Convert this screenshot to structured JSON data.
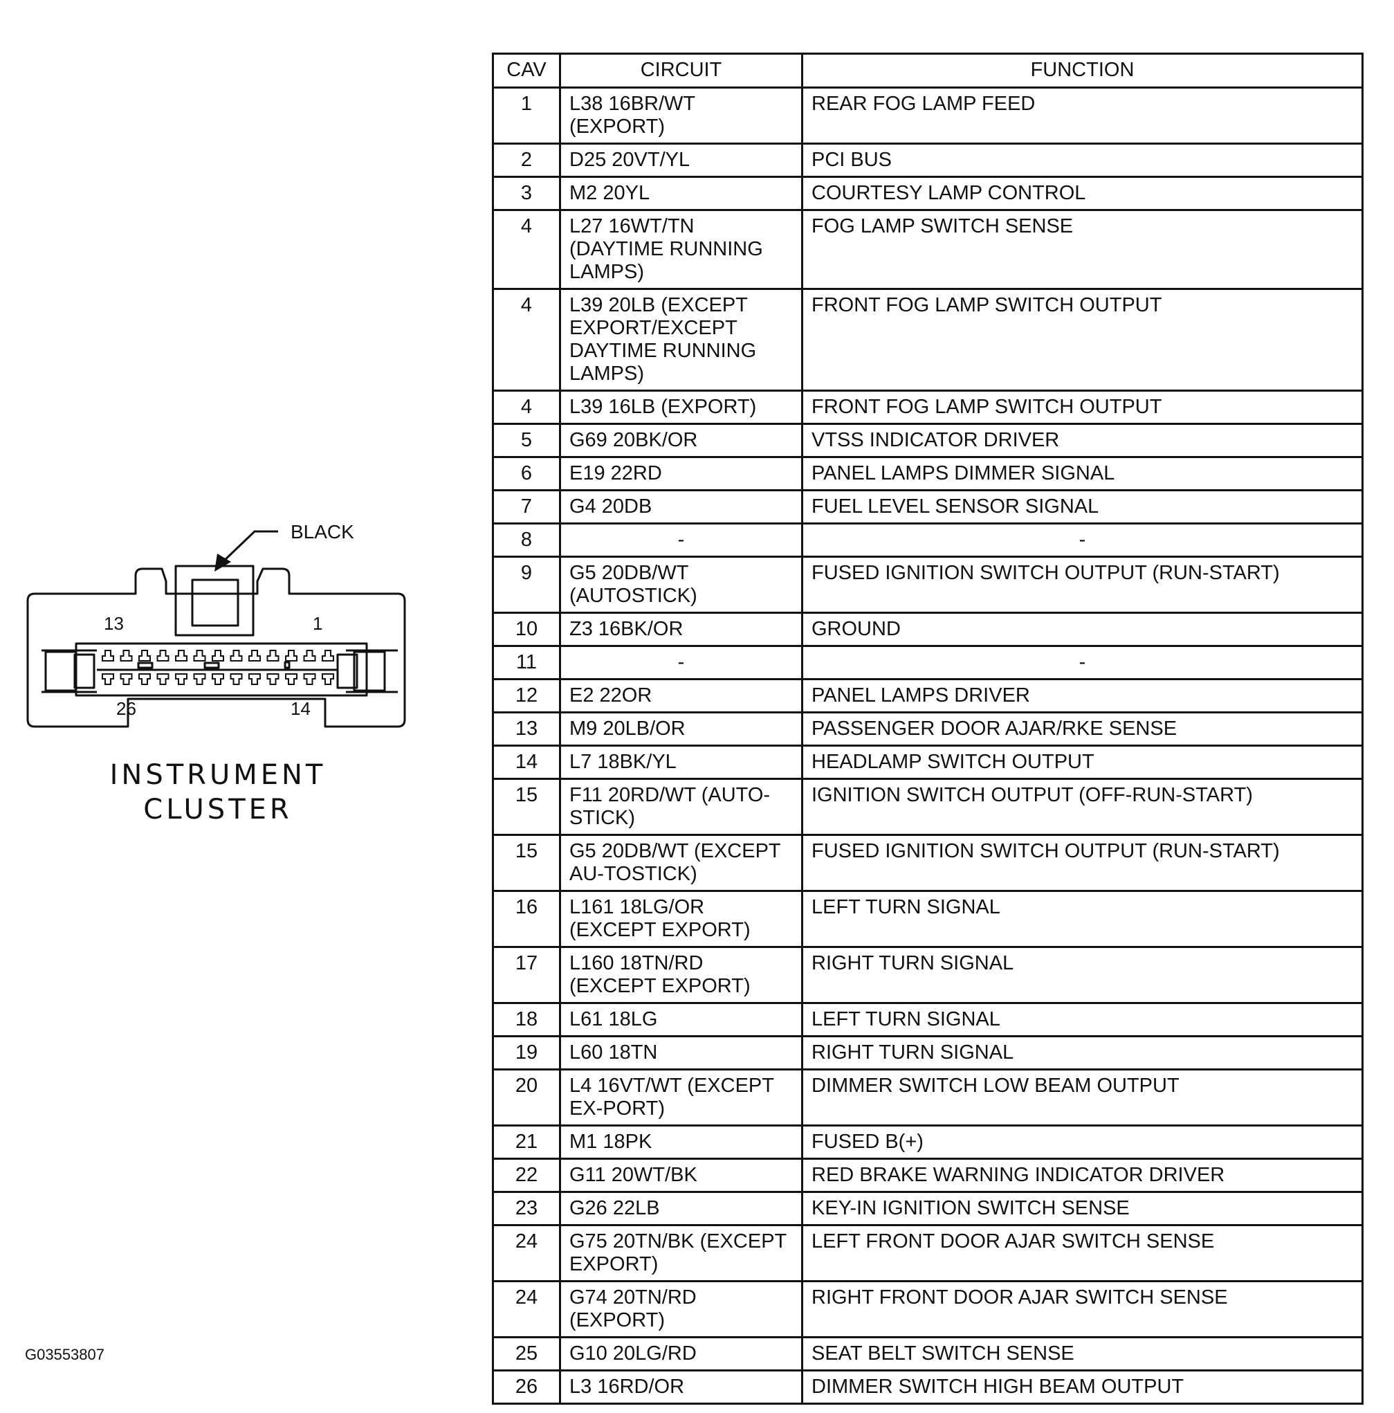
{
  "connector": {
    "color_label": "BLACK",
    "title_line1": "INSTRUMENT",
    "title_line2": "CLUSTER",
    "pin_labels": {
      "top_left": "13",
      "top_right": "1",
      "bottom_left": "26",
      "bottom_right": "14"
    },
    "pins_per_row": 13
  },
  "figure_id": "G03553807",
  "table": {
    "headers": [
      "CAV",
      "CIRCUIT",
      "FUNCTION"
    ],
    "rows": [
      {
        "cav": "1",
        "circuit": "L38 16BR/WT (EXPORT)",
        "function": "REAR FOG LAMP FEED"
      },
      {
        "cav": "2",
        "circuit": "D25 20VT/YL",
        "function": "PCI BUS"
      },
      {
        "cav": "3",
        "circuit": "M2 20YL",
        "function": "COURTESY LAMP CONTROL"
      },
      {
        "cav": "4",
        "circuit": "L27 16WT/TN (DAYTIME RUNNING LAMPS)",
        "function": "FOG LAMP SWITCH SENSE"
      },
      {
        "cav": "4",
        "circuit": "L39 20LB (EXCEPT EXPORT/EXCEPT DAYTIME RUNNING LAMPS)",
        "function": "FRONT FOG LAMP SWITCH OUTPUT"
      },
      {
        "cav": "4",
        "circuit": "L39 16LB (EXPORT)",
        "function": "FRONT FOG LAMP SWITCH OUTPUT"
      },
      {
        "cav": "5",
        "circuit": "G69 20BK/OR",
        "function": "VTSS INDICATOR DRIVER"
      },
      {
        "cav": "6",
        "circuit": "E19 22RD",
        "function": "PANEL LAMPS DIMMER SIGNAL"
      },
      {
        "cav": "7",
        "circuit": "G4 20DB",
        "function": "FUEL LEVEL SENSOR SIGNAL"
      },
      {
        "cav": "8",
        "circuit": "-",
        "function": "-"
      },
      {
        "cav": "9",
        "circuit": "G5 20DB/WT (AUTOSTICK)",
        "function": "FUSED IGNITION SWITCH OUTPUT (RUN-START)"
      },
      {
        "cav": "10",
        "circuit": "Z3 16BK/OR",
        "function": "GROUND"
      },
      {
        "cav": "11",
        "circuit": "-",
        "function": "-"
      },
      {
        "cav": "12",
        "circuit": "E2 22OR",
        "function": "PANEL LAMPS DRIVER"
      },
      {
        "cav": "13",
        "circuit": "M9 20LB/OR",
        "function": "PASSENGER DOOR AJAR/RKE SENSE"
      },
      {
        "cav": "14",
        "circuit": "L7 18BK/YL",
        "function": "HEADLAMP SWITCH OUTPUT"
      },
      {
        "cav": "15",
        "circuit": "F11 20RD/WT (AUTO-STICK)",
        "function": "IGNITION SWITCH OUTPUT (OFF-RUN-START)"
      },
      {
        "cav": "15",
        "circuit": "G5 20DB/WT (EXCEPT AU-TOSTICK)",
        "function": "FUSED IGNITION SWITCH OUTPUT (RUN-START)"
      },
      {
        "cav": "16",
        "circuit": "L161 18LG/OR (EXCEPT EXPORT)",
        "function": "LEFT TURN SIGNAL"
      },
      {
        "cav": "17",
        "circuit": "L160 18TN/RD (EXCEPT EXPORT)",
        "function": "RIGHT TURN SIGNAL"
      },
      {
        "cav": "18",
        "circuit": "L61 18LG",
        "function": "LEFT TURN SIGNAL"
      },
      {
        "cav": "19",
        "circuit": "L60 18TN",
        "function": "RIGHT TURN SIGNAL"
      },
      {
        "cav": "20",
        "circuit": "L4 16VT/WT (EXCEPT EX-PORT)",
        "function": "DIMMER SWITCH LOW BEAM OUTPUT"
      },
      {
        "cav": "21",
        "circuit": "M1 18PK",
        "function": "FUSED B(+)"
      },
      {
        "cav": "22",
        "circuit": "G11 20WT/BK",
        "function": "RED BRAKE WARNING INDICATOR DRIVER"
      },
      {
        "cav": "23",
        "circuit": "G26 22LB",
        "function": "KEY-IN IGNITION SWITCH SENSE"
      },
      {
        "cav": "24",
        "circuit": "G75 20TN/BK (EXCEPT EXPORT)",
        "function": "LEFT FRONT DOOR AJAR SWITCH SENSE"
      },
      {
        "cav": "24",
        "circuit": "G74 20TN/RD (EXPORT)",
        "function": "RIGHT FRONT DOOR AJAR SWITCH SENSE"
      },
      {
        "cav": "25",
        "circuit": "G10 20LG/RD",
        "function": "SEAT BELT SWITCH SENSE"
      },
      {
        "cav": "26",
        "circuit": "L3 16RD/OR",
        "function": "DIMMER SWITCH HIGH BEAM OUTPUT"
      }
    ]
  }
}
